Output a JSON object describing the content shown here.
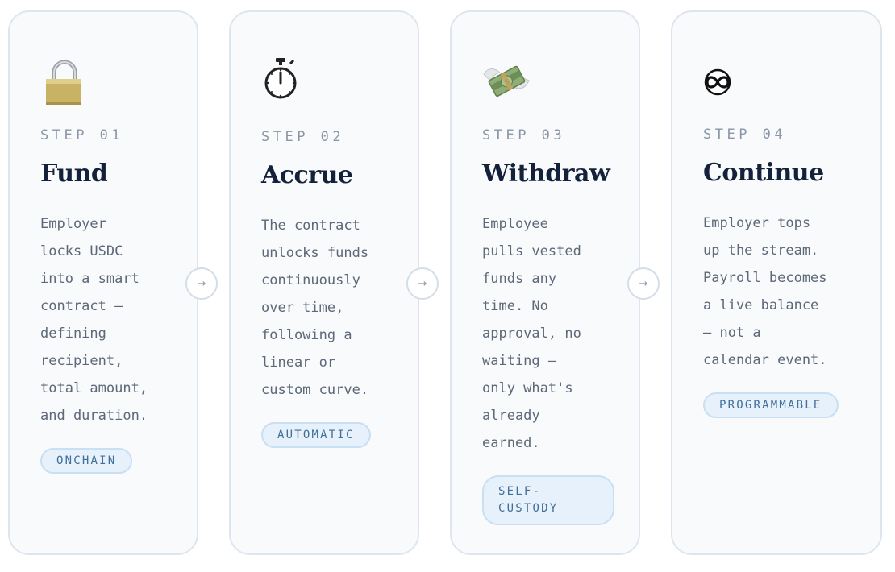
{
  "steps": [
    {
      "icon": "padlock-icon",
      "step_label": "STEP 01",
      "title": "Fund",
      "description": "Employer\nlocks USDC\ninto a smart\ncontract —\ndefining\nrecipient,\ntotal amount,\nand duration.",
      "badge": "ONCHAIN"
    },
    {
      "icon": "stopwatch-icon",
      "step_label": "STEP 02",
      "title": "Accrue",
      "description": "The contract\nunlocks funds\ncontinuously\nover time,\nfollowing a\nlinear or\ncustom curve.",
      "badge": "AUTOMATIC"
    },
    {
      "icon": "money-with-wings-icon",
      "step_label": "STEP 03",
      "title": "Withdraw",
      "description": "Employee\npulls vested\nfunds any\ntime. No\napproval, no\nwaiting —\nonly what's\nalready\nearned.",
      "badge": "SELF-\nCUSTODY"
    },
    {
      "icon": "infinity-icon",
      "step_label": "STEP 04",
      "title": "Continue",
      "description": "Employer tops\nup the stream.\nPayroll becomes\na live balance\n— not a\ncalendar event.",
      "badge": "PROGRAMMABLE"
    }
  ],
  "connector_arrow": "→",
  "colors": {
    "card_bg": "#f8fafc",
    "card_border": "#dde5ee",
    "title": "#13213a",
    "step_label": "#8a96a6",
    "body_text": "#5d6878",
    "badge_bg": "#e6f1fb",
    "badge_text": "#3f6f9a"
  }
}
